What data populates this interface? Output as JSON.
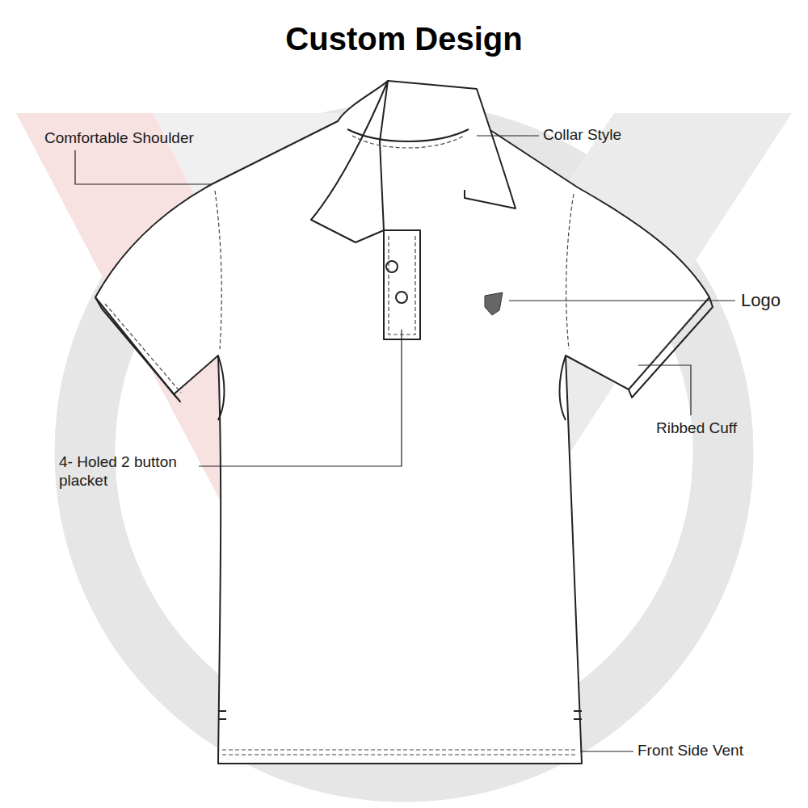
{
  "diagram": {
    "title": "Custom Design",
    "labels": [
      "Comfortable Shoulder",
      "Collar Style",
      "Logo",
      "Ribbed Cuff",
      "4- Holed 2 button placket",
      "Front Side Vent"
    ]
  }
}
